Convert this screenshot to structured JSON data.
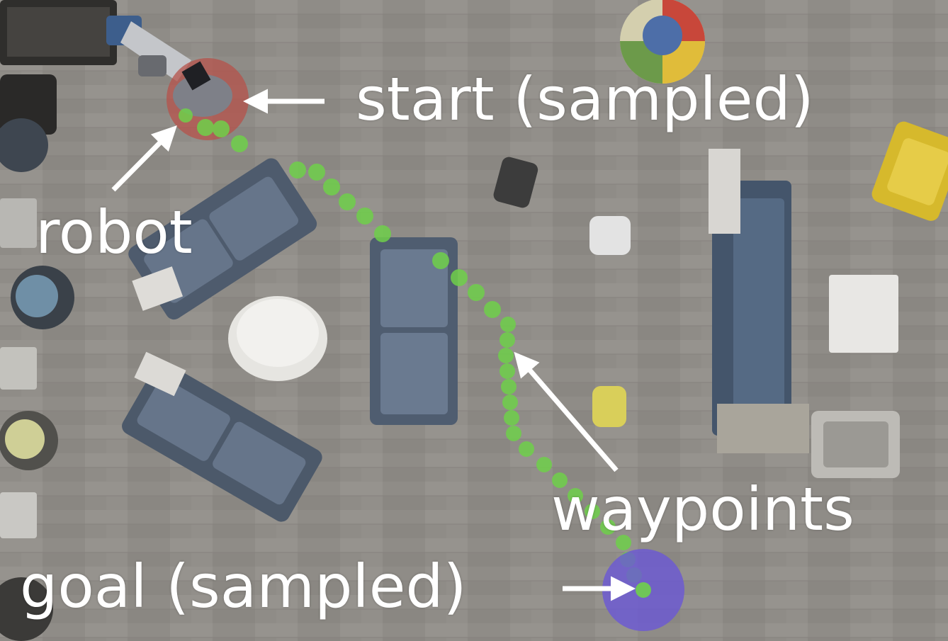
{
  "labels": {
    "start": "start (sampled)",
    "robot": "robot",
    "waypoints": "waypoints",
    "goal": "goal (sampled)"
  },
  "colors": {
    "floor": "#8f8c87",
    "start_marker": "#b5524a",
    "goal_marker": "#6a58d6",
    "waypoint": "#6fd04a",
    "sofa": "#5c6b7e",
    "annotation": "#ffffff"
  }
}
